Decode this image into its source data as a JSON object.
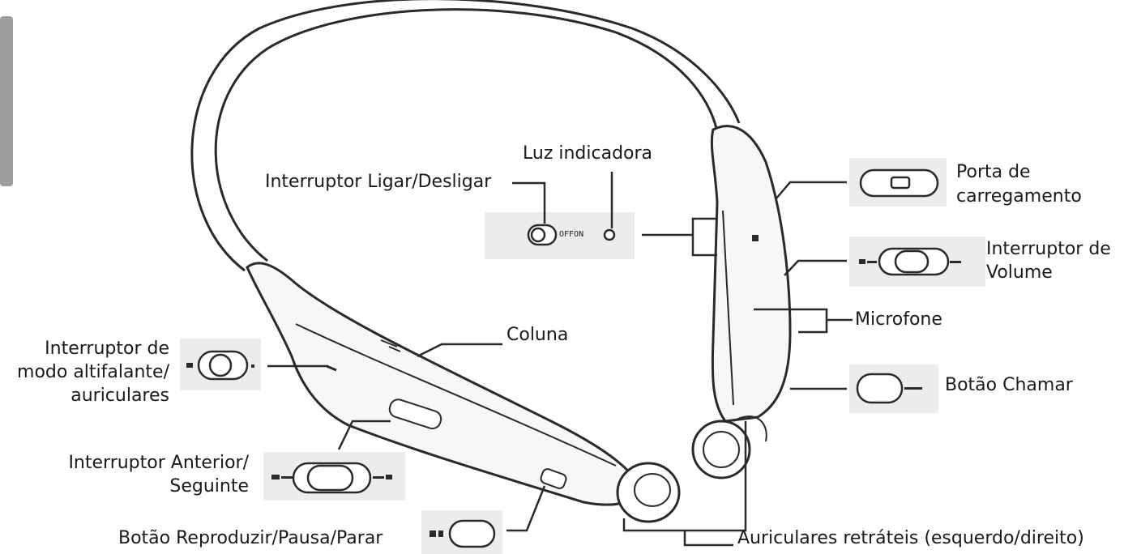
{
  "labels": {
    "power_switch": "Interruptor Ligar/Desligar",
    "indicator_light": "Luz indicadora",
    "charging_port_1": "Porta de",
    "charging_port_2": "carregamento",
    "volume_switch_1": "Interruptor de",
    "volume_switch_2": "Volume",
    "microphone": "Microfone",
    "call_button": "Botão Chamar",
    "speaker": "Coluna",
    "mode_switch_1": "Interruptor de",
    "mode_switch_2": "modo altifalante/",
    "mode_switch_3": "auriculares",
    "prev_next_1": "Interruptor Anterior/",
    "prev_next_2": "Seguinte",
    "play_pause": "Botão Reproduzir/Pausa/Parar",
    "earbuds": "Auriculares retráteis (esquerdo/direito)"
  },
  "insets": {
    "offon_text": "OFFON"
  },
  "colors": {
    "outline": "#2a2a2a",
    "inset_bg": "#ececec",
    "body_fill": "#f7f7f7",
    "tab": "#9e9e9e"
  }
}
